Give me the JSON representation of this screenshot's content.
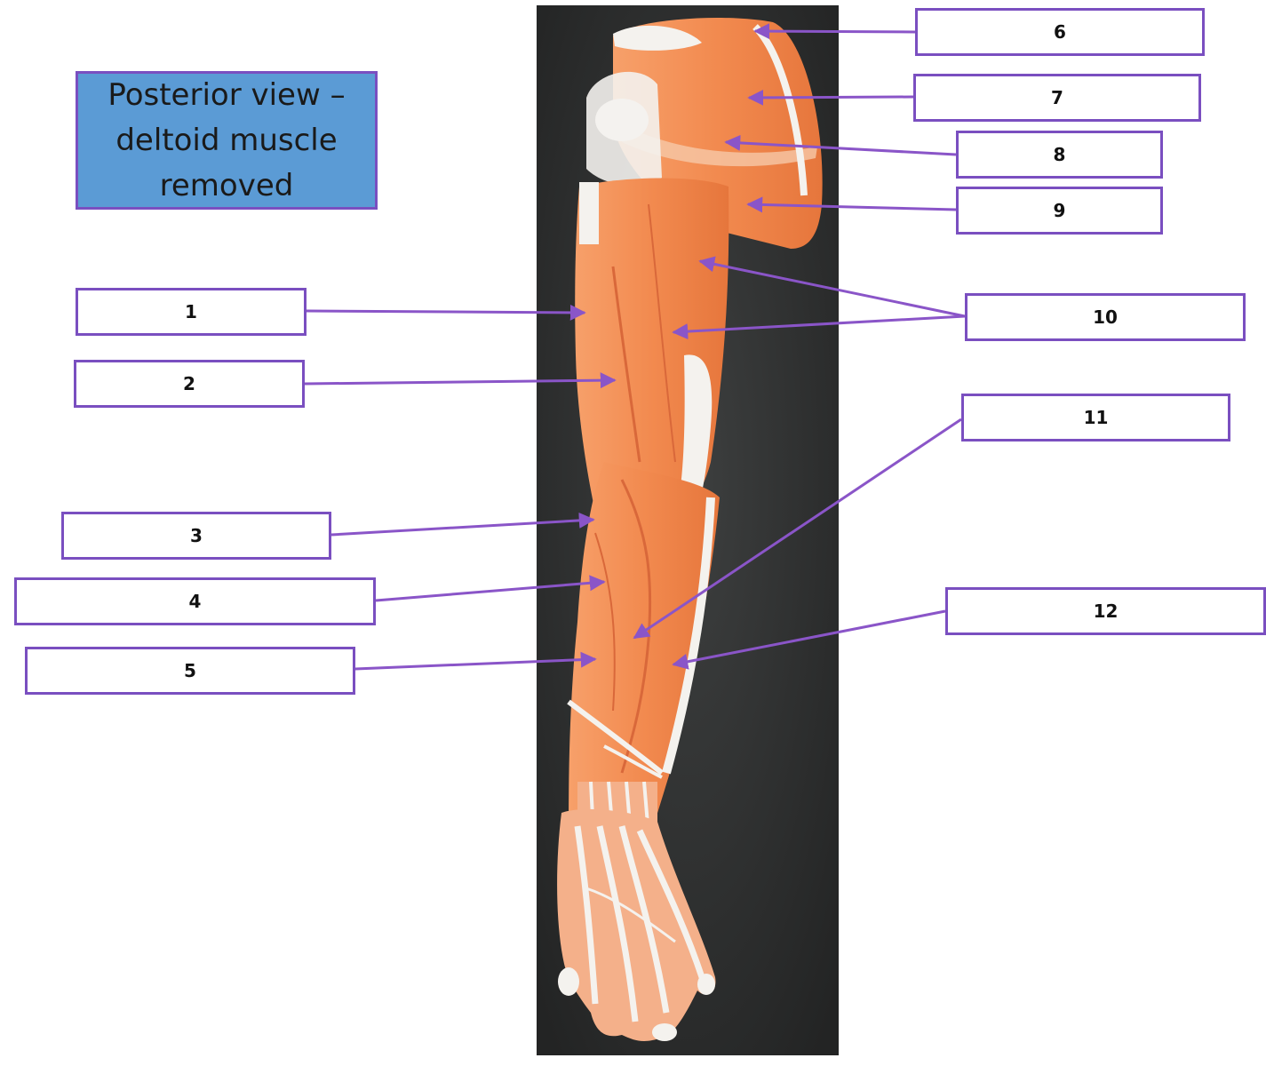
{
  "title": "Posterior view – deltoid muscle removed",
  "labels": [
    "1",
    "2",
    "3",
    "4",
    "5",
    "6",
    "7",
    "8",
    "9",
    "10",
    "11",
    "12"
  ],
  "colors": {
    "title_fill": "#5b9bd5",
    "box_border": "#7a4fc0",
    "leader_line": "#8a55c8",
    "background_board": "#2e3030",
    "muscle": "#f28a4f",
    "tendon": "#f4f2ee"
  }
}
